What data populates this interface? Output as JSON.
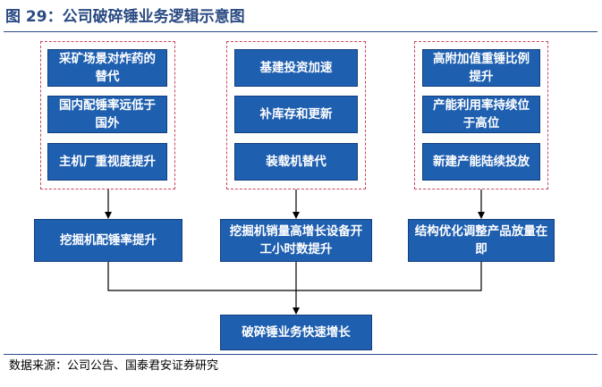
{
  "title": "图 29：公司破碎锤业务逻辑示意图",
  "source": "数据来源：公司公告、国泰君安证券研究",
  "groups": [
    {
      "factors": [
        "采矿场景对炸药的替代",
        "国内配锤率远低于国外",
        "主机厂重视度提升"
      ],
      "result": "挖掘机配锤率提升"
    },
    {
      "factors": [
        "基建投资加速",
        "补库存和更新",
        "装载机替代"
      ],
      "result": "挖掘机销量高增长设备开工小时数提升"
    },
    {
      "factors": [
        "高附加值重锤比例提升",
        "产能利用率持续位于高位",
        "新建产能陆续投放"
      ],
      "result": "结构优化调整产品放量在即"
    }
  ],
  "final": "破碎锤业务快速增长",
  "colors": {
    "box": "#1f5fb0",
    "dashed_border": "#c8465a",
    "title": "#2a4a82"
  }
}
